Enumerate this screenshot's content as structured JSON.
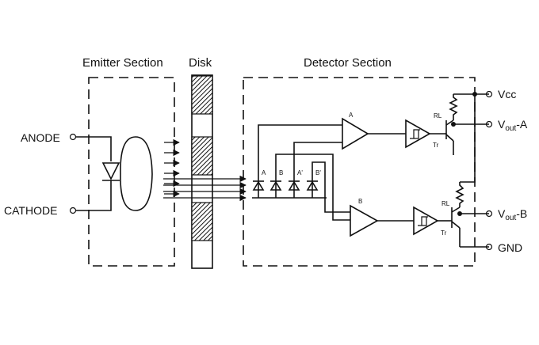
{
  "sections": {
    "emitter": "Emitter Section",
    "disk": "Disk",
    "detector": "Detector Section"
  },
  "pins": {
    "anode": "ANODE",
    "cathode": "CATHODE",
    "vcc": "Vcc",
    "vout_a": {
      "main": "V",
      "sub": "out",
      "suffix": "-A"
    },
    "vout_b": {
      "main": "V",
      "sub": "out",
      "suffix": "-B"
    },
    "gnd": "GND"
  },
  "photodiodes": [
    "A",
    "B",
    "A'",
    "B'"
  ],
  "amplifiers": {
    "a": "A",
    "b": "B"
  },
  "components": {
    "rl_top": "RL",
    "rl_bottom": "RL",
    "tr_top": "Tr",
    "tr_bottom": "Tr"
  }
}
